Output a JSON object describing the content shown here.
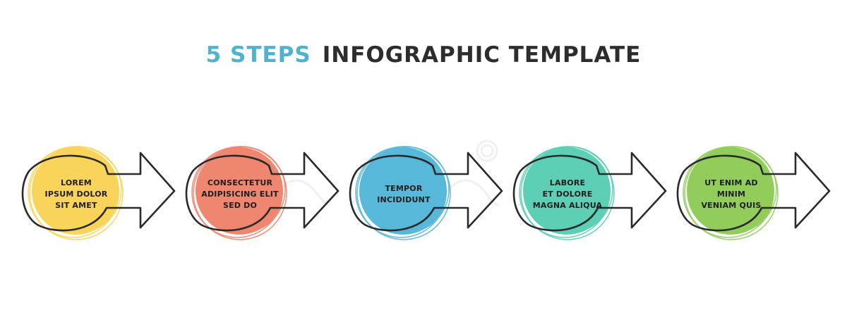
{
  "title": {
    "accent": "5 STEPS",
    "main": "INFOGRAPHIC TEMPLATE"
  },
  "colors": {
    "title_accent": "#4eb3cf",
    "ink": "#2a2a2a"
  },
  "steps": [
    {
      "text": "LOREM\nIPSUM DOLOR\nSIT AMET",
      "color": "#f9d45a"
    },
    {
      "text": "CONSECTETUR\nADIPISICING ELIT\nSED DO",
      "color": "#ee8670"
    },
    {
      "text": "TEMPOR\nINCIDIDUNT",
      "color": "#57b8d9"
    },
    {
      "text": "LABORE\nET DOLORE\nMAGNA ALIQUA",
      "color": "#5ccfb4"
    },
    {
      "text": "UT ENIM AD\nMINIM\nVENIAM QUIS",
      "color": "#92cd5c"
    }
  ]
}
